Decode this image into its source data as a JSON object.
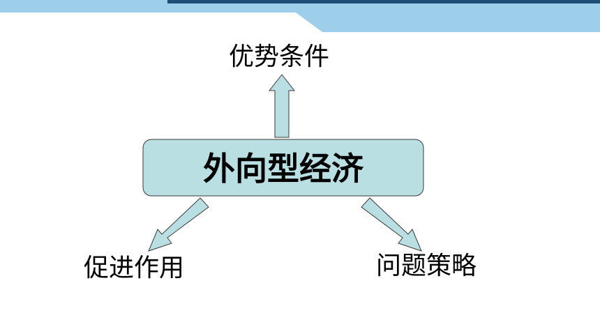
{
  "diagram": {
    "center": {
      "label": "外向型经济"
    },
    "top": {
      "label": "优势条件"
    },
    "bottom_left": {
      "label": "促进作用"
    },
    "bottom_right": {
      "label": "问题策略"
    }
  },
  "colors": {
    "header_dark": "#1f4e79",
    "header_light": "#9dcfea",
    "node_fill": "#b9dfe3",
    "node_stroke": "#3a3a3a",
    "arrow_fill": "#b9dfe3",
    "arrow_stroke": "#3a3a3a"
  }
}
